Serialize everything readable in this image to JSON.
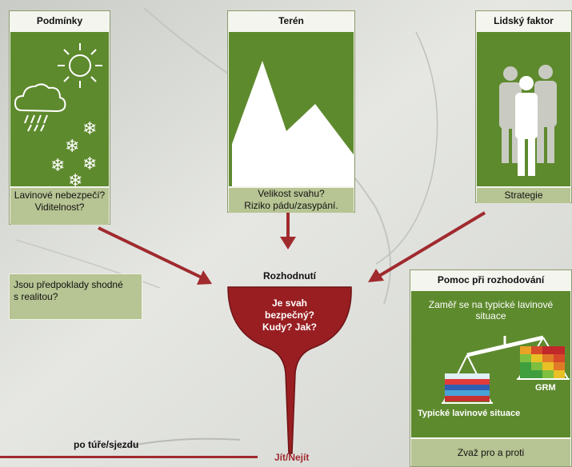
{
  "conditions": {
    "title": "Podmínky",
    "caption_line1": "Lavinové nebezpečí?",
    "caption_line2": "Viditelnost?"
  },
  "terrain": {
    "title": "Terén",
    "caption_line1": "Velikost svahu?",
    "caption_line2": "Riziko pádu/zasypání."
  },
  "human": {
    "title": "Lidský faktor",
    "caption": "Strategie"
  },
  "assumptions_note": {
    "line1": "Jsou předpoklady shodné",
    "line2": "s realitou?"
  },
  "decision": {
    "label": "Rozhodnutí",
    "line1": "Je svah",
    "line2": "bezpečný?",
    "line3": "Kudy? Jak?",
    "outcome": "Jít/Nejít"
  },
  "decision_aid": {
    "title": "Pomoc při rozhodování",
    "line1": "Zaměř se na typické lavinové",
    "line2": "situace",
    "label_situations": "Typické lavinové situace",
    "label_grm": "GRM",
    "footer": "Zvaž pro a proti"
  },
  "tour": {
    "label": "po túře/sjezdu"
  },
  "colors": {
    "green": "#5e8a2e",
    "caption_green": "#b7c493",
    "arrow_red": "#a02a2e",
    "funnel_red": "#981e21"
  }
}
